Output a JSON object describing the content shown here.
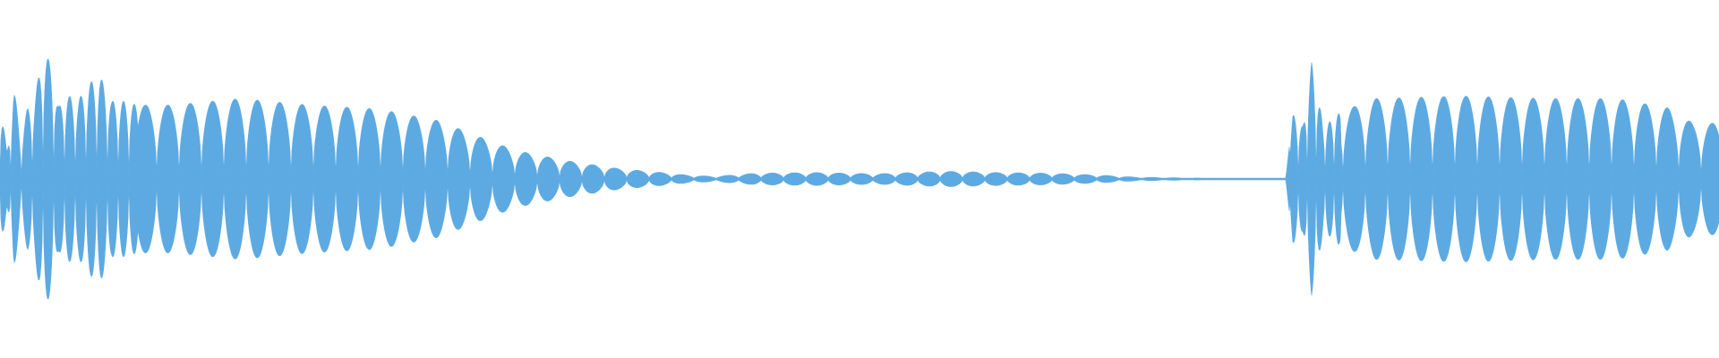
{
  "waveform": {
    "color": "#5daae2",
    "background": "#ffffff",
    "envelope_keypoints": [
      [
        0.0,
        0.66
      ],
      [
        0.004,
        0.2
      ],
      [
        0.008,
        0.73
      ],
      [
        0.012,
        0.3
      ],
      [
        0.016,
        0.55
      ],
      [
        0.02,
        0.6
      ],
      [
        0.025,
        1.0
      ],
      [
        0.03,
        0.88
      ],
      [
        0.034,
        0.55
      ],
      [
        0.038,
        0.66
      ],
      [
        0.045,
        0.6
      ],
      [
        0.052,
        0.74
      ],
      [
        0.058,
        0.8
      ],
      [
        0.065,
        0.6
      ],
      [
        0.072,
        0.6
      ],
      [
        0.08,
        0.57
      ],
      [
        0.1,
        0.57
      ],
      [
        0.14,
        0.62
      ],
      [
        0.18,
        0.57
      ],
      [
        0.22,
        0.54
      ],
      [
        0.255,
        0.45
      ],
      [
        0.28,
        0.32
      ],
      [
        0.3,
        0.22
      ],
      [
        0.33,
        0.14
      ],
      [
        0.36,
        0.08
      ],
      [
        0.385,
        0.05
      ],
      [
        0.4,
        0.03
      ],
      [
        0.415,
        0.02
      ],
      [
        0.44,
        0.045
      ],
      [
        0.475,
        0.05
      ],
      [
        0.51,
        0.04
      ],
      [
        0.55,
        0.06
      ],
      [
        0.58,
        0.05
      ],
      [
        0.61,
        0.045
      ],
      [
        0.64,
        0.03
      ],
      [
        0.66,
        0.015
      ],
      [
        0.69,
        0.008
      ],
      [
        0.74,
        0.005
      ],
      [
        0.748,
        0.005
      ],
      [
        0.752,
        0.5
      ],
      [
        0.758,
        0.4
      ],
      [
        0.763,
        0.9
      ],
      [
        0.77,
        0.4
      ],
      [
        0.78,
        0.52
      ],
      [
        0.8,
        0.62
      ],
      [
        0.85,
        0.64
      ],
      [
        0.9,
        0.62
      ],
      [
        0.94,
        0.62
      ],
      [
        0.97,
        0.55
      ],
      [
        0.985,
        0.43
      ],
      [
        1.0,
        0.43
      ]
    ]
  }
}
